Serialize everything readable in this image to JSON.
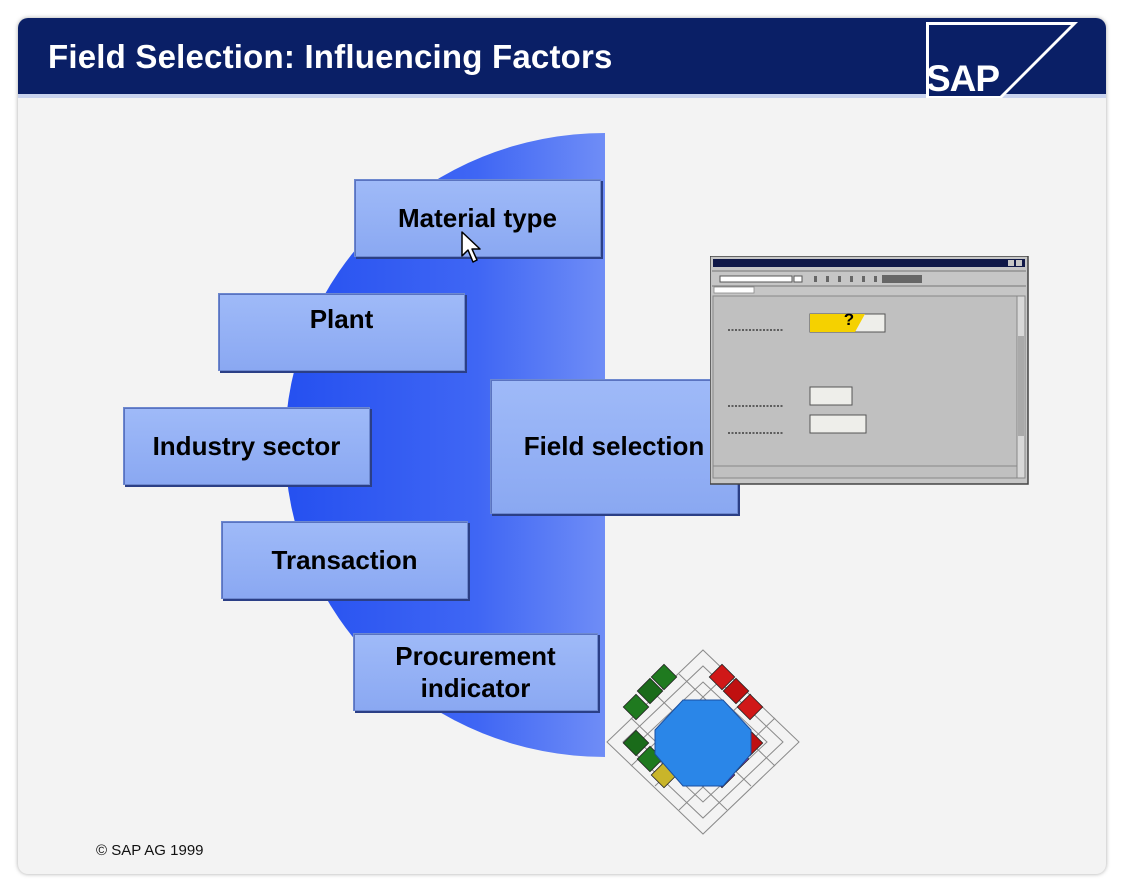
{
  "header": {
    "title": "Field Selection: Influencing Factors",
    "logo_text": "SAP"
  },
  "factors": [
    {
      "label": "Material type"
    },
    {
      "label": "Plant"
    },
    {
      "label": "Industry sector"
    },
    {
      "label": "Transaction"
    },
    {
      "label": "Procurement indicator"
    }
  ],
  "center": {
    "label": "Field selection"
  },
  "screen_mockup": {
    "required_field_value": "?"
  },
  "footer": {
    "copyright": "© SAP AG 1999"
  },
  "colors": {
    "header": "#0a1f66",
    "box": "#9fbaf8",
    "disc": "#2f5cf2",
    "required_field": "#f5d100"
  },
  "icons": [
    "sap-logo-icon",
    "mouse-cursor-icon",
    "cube-grid-icon"
  ]
}
